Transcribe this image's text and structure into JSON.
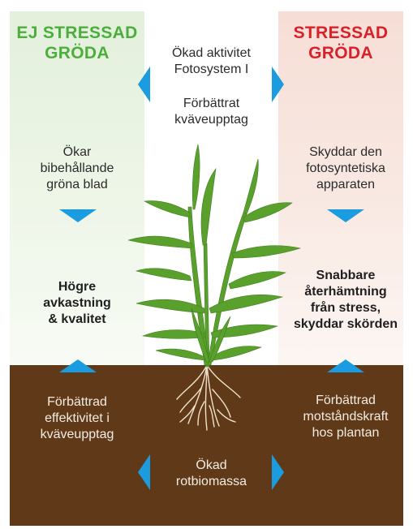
{
  "left_column": {
    "title_line1": "EJ STRESSAD",
    "title_line2": "GRÖDA",
    "leaves": [
      "Ökar",
      "bibehållande",
      "gröna blad"
    ],
    "yield": [
      "Högre",
      "avkastning",
      "& kvalitet"
    ],
    "uptake": [
      "Förbättrad",
      "effektivitet i",
      "kväveupptag"
    ]
  },
  "right_column": {
    "title_line1": "STRESSAD",
    "title_line2": "GRÖDA",
    "protect": [
      "Skyddar den",
      "fotosyntetiska",
      "apparaten"
    ],
    "recovery": [
      "Snabbare",
      "återhämtning",
      "från stress,",
      "skyddar skörden"
    ],
    "resistance": [
      "Förbättrad",
      "motståndskraft",
      "hos plantan"
    ]
  },
  "center": {
    "photosystem": [
      "Ökad aktivitet",
      "Fotosystem I"
    ],
    "nitrogen": [
      "Förbättrat",
      "kväveupptag"
    ],
    "root": [
      "Ökad",
      "rotbiomassa"
    ]
  },
  "colors": {
    "arrow": "#1b9be0",
    "title_green": "#4cae3b",
    "title_red": "#d9212a",
    "soil": "#603a18",
    "leaf": "#5aa02c"
  },
  "icons": {
    "arrow_down": "triangle-down",
    "arrow_up": "triangle-up",
    "arrow_left": "triangle-left",
    "arrow_right": "triangle-right"
  }
}
